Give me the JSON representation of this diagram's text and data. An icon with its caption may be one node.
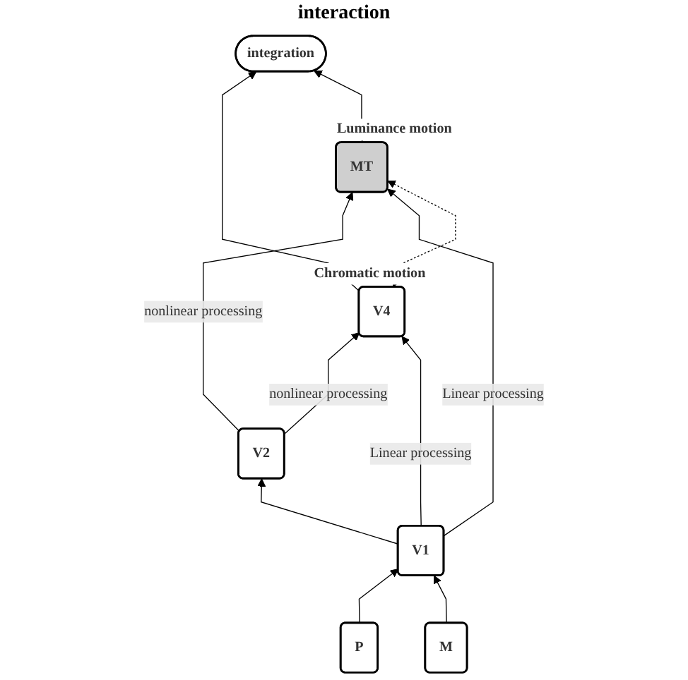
{
  "diagram": {
    "nodes": [
      {
        "text": [
          "integration"
        ]
      },
      {
        "text": [
          "V4"
        ],
        "beside": [
          "Chromatic motion"
        ]
      },
      {
        "text": [
          "MT"
        ],
        "beside": [
          "Luminance motion"
        ]
      },
      {
        "text": [
          "V2"
        ]
      },
      {
        "text": [
          "V1"
        ]
      },
      {
        "text": [
          "P"
        ]
      },
      {
        "text": [
          "M"
        ]
      }
    ],
    "edges": [
      {
        "from": 5,
        "to": 4,
        "arrow": "to"
      },
      {
        "from": 6,
        "to": 4,
        "arrow": "to"
      },
      {
        "from": 4,
        "to": 3,
        "arrow": "to"
      },
      {
        "from": 3,
        "to": 1,
        "arrow": "to",
        "label": "nonlinear processing"
      },
      {
        "from": 3,
        "to": 2,
        "arrow": "to",
        "label": "nonlinear processing"
      },
      {
        "from": 4,
        "to": 1,
        "arrow": "to",
        "label": "Linear processing"
      },
      {
        "from": 4,
        "to": 2,
        "arrow": "to",
        "label": "Linear processing"
      },
      {
        "from": 1,
        "to": 2,
        "arrow": "both",
        "style": "dashed"
      },
      {
        "from": 1,
        "to": 0,
        "arrow": "to"
      },
      {
        "from": 2,
        "to": 0,
        "arrow": "to"
      }
    ],
    "labels": [
      "interaction"
    ]
  }
}
